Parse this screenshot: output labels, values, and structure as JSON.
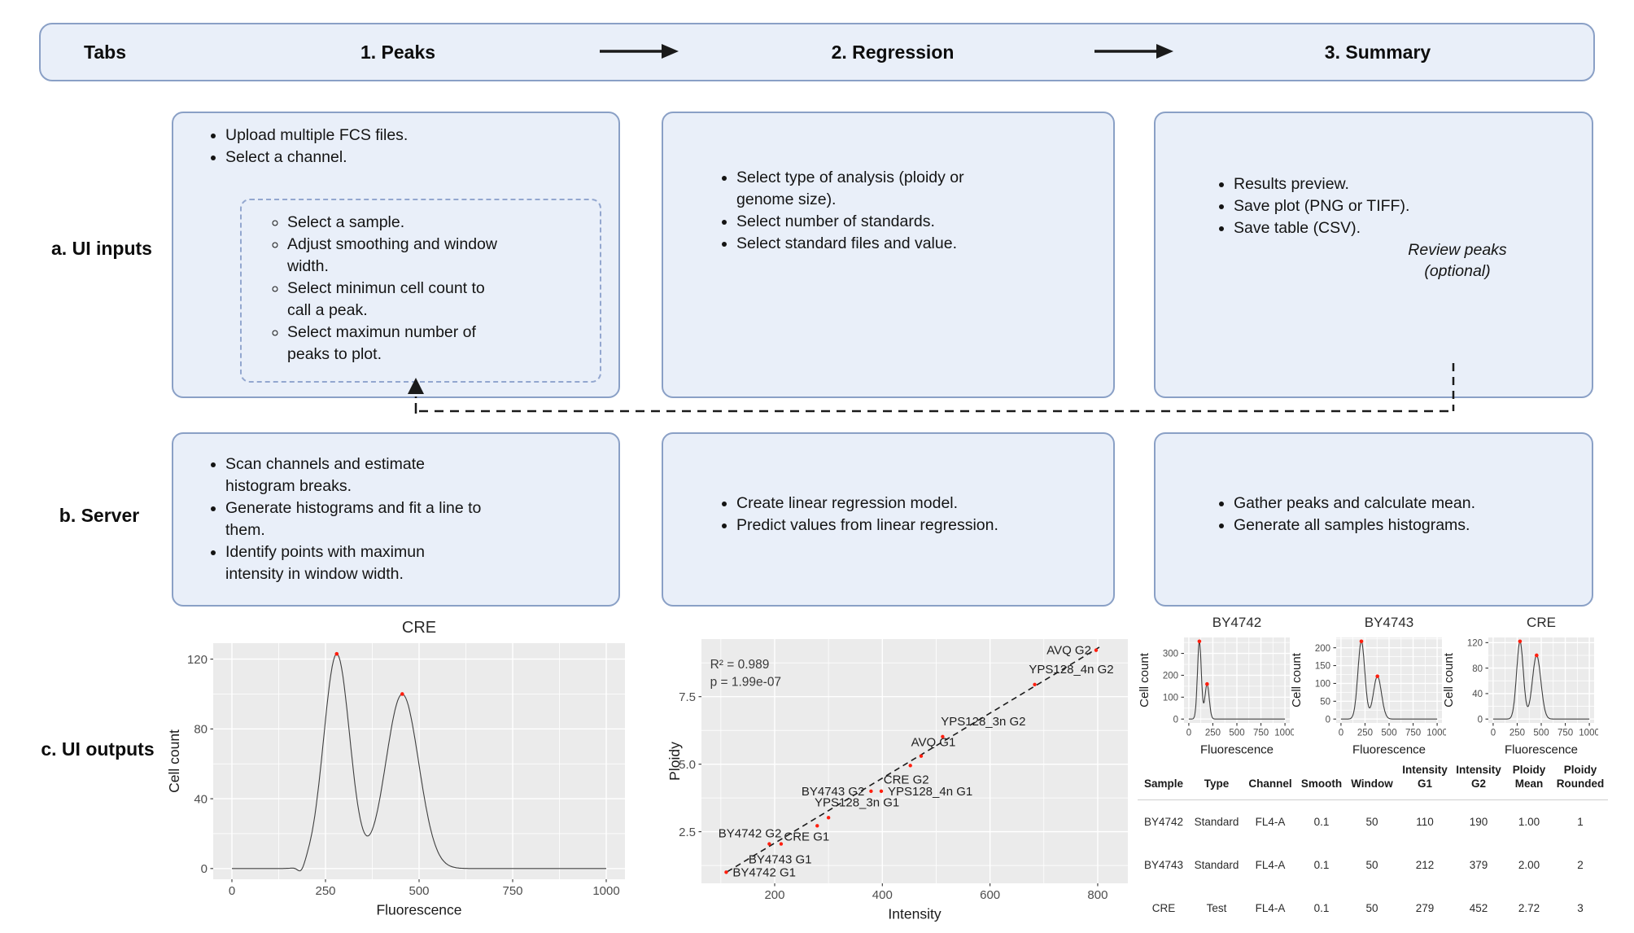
{
  "header": {
    "tabs_label": "Tabs",
    "steps": [
      "1. Peaks",
      "2. Regression",
      "3. Summary"
    ]
  },
  "row_labels": {
    "a": "a. UI inputs",
    "b": "b. Server",
    "c": "c. UI outputs"
  },
  "ui_inputs": {
    "peaks": {
      "bullets": [
        [
          "Upload multiple FCS files."
        ],
        [
          "Select a channel."
        ]
      ],
      "sub_bullets": [
        [
          "Select a sample."
        ],
        [
          "Adjust smoothing and window",
          "width."
        ],
        [
          "Select minimun cell count to",
          "call a peak."
        ],
        [
          "Select maximun number of",
          "peaks to plot."
        ]
      ]
    },
    "regression": {
      "bullets": [
        [
          "Select type of analysis (ploidy or",
          "genome size)."
        ],
        [
          "Select number of standards."
        ],
        [
          "Select standard files and value."
        ]
      ]
    },
    "summary": {
      "bullets": [
        [
          "Results preview."
        ],
        [
          "Save plot (PNG or TIFF)."
        ],
        [
          "Save table (CSV)."
        ]
      ],
      "note_lines": [
        "Review peaks",
        "(optional)"
      ]
    }
  },
  "server": {
    "peaks": {
      "bullets": [
        [
          "Scan channels and estimate",
          "histogram breaks."
        ],
        [
          "Generate histograms and fit a line to",
          "them."
        ],
        [
          "Identify points with maximun",
          "intensity in window width."
        ]
      ]
    },
    "regression": {
      "bullets": [
        [
          "Create linear regression model."
        ],
        [
          "Predict values from linear regression."
        ]
      ]
    },
    "summary": {
      "bullets": [
        [
          "Gather peaks and calculate mean."
        ],
        [
          "Generate all samples histograms."
        ]
      ]
    }
  },
  "outputs": {
    "table": {
      "headers": [
        [
          "Sample",
          ""
        ],
        [
          "Type",
          ""
        ],
        [
          "Channel",
          ""
        ],
        [
          "Smooth",
          ""
        ],
        [
          "Window",
          ""
        ],
        [
          "Intensity",
          "G1"
        ],
        [
          "Intensity",
          "G2"
        ],
        [
          "Ploidy",
          "Mean"
        ],
        [
          "Ploidy",
          "Rounded"
        ]
      ],
      "rows": [
        [
          "BY4742",
          "Standard",
          "FL4-A",
          "0.1",
          "50",
          "110",
          "190",
          "1.00",
          "1"
        ],
        [
          "BY4743",
          "Standard",
          "FL4-A",
          "0.1",
          "50",
          "212",
          "379",
          "2.00",
          "2"
        ],
        [
          "CRE",
          "Test",
          "FL4-A",
          "0.1",
          "50",
          "279",
          "452",
          "2.72",
          "3"
        ]
      ]
    }
  },
  "chart_data": [
    {
      "id": "cre_large",
      "type": "line",
      "title": "CRE",
      "xlabel": "Fluorescence",
      "ylabel": "Cell count",
      "xlim": [
        0,
        1000
      ],
      "ylim": [
        0,
        123
      ],
      "xticks": [
        "0",
        "250",
        "500",
        "750",
        "1000"
      ],
      "yticks": [
        "0",
        "40",
        "80",
        "120"
      ],
      "grid": "on",
      "peaks": [
        {
          "x": 280,
          "y": 123,
          "sd": 35
        },
        {
          "x": 455,
          "y": 100,
          "sd": 44
        },
        {
          "x": 185,
          "y": -4,
          "sd": 9,
          "dip": true
        }
      ]
    },
    {
      "id": "regression",
      "type": "scatter",
      "title": "",
      "xlabel": "Intensity",
      "ylabel": "Ploidy",
      "xlim": [
        100,
        820
      ],
      "ylim": [
        1.0,
        9.22
      ],
      "xticks": [
        "200",
        "400",
        "600",
        "800"
      ],
      "yticks": [
        "2.5",
        "5.0",
        "7.5"
      ],
      "grid": "on",
      "annotations": [
        {
          "text": "R² = 0.989",
          "x": 80,
          "y": 8.55
        },
        {
          "text": "p = 1.99e-07",
          "x": 80,
          "y": 7.9
        }
      ],
      "trend": {
        "x1": 112,
        "y1": 1.02,
        "x2": 803,
        "y2": 9.33
      },
      "points": [
        {
          "label": "BY4742 G1",
          "x": 110,
          "y": 1.0,
          "anchor": "start",
          "dx": 8,
          "dy": 5
        },
        {
          "label": "BY4742 G2",
          "x": 190,
          "y": 2.05,
          "anchor": "end",
          "dx": 15,
          "dy": -8
        },
        {
          "label": "BY4743 G1",
          "x": 212,
          "y": 2.05,
          "anchor": "start",
          "dx": -40,
          "dy": 24
        },
        {
          "label": "CRE G1",
          "x": 279,
          "y": 2.72,
          "anchor": "end",
          "dx": 15,
          "dy": 18
        },
        {
          "label": "YPS128_3n G1",
          "x": 300,
          "y": 3.02,
          "anchor": "middle",
          "dx": 35,
          "dy": -14
        },
        {
          "label": "BY4743 G2",
          "x": 379,
          "y": 4.0,
          "anchor": "end",
          "dx": -8,
          "dy": 5
        },
        {
          "label": "YPS128_4n G1",
          "x": 398,
          "y": 4.0,
          "anchor": "start",
          "dx": 8,
          "dy": 5
        },
        {
          "label": "CRE G2",
          "x": 452,
          "y": 4.95,
          "anchor": "middle",
          "dx": -5,
          "dy": 22
        },
        {
          "label": "AVQ G1",
          "x": 472,
          "y": 5.3,
          "anchor": "middle",
          "dx": 15,
          "dy": -12
        },
        {
          "label": "YPS128_3n G2",
          "x": 512,
          "y": 6.02,
          "anchor": "middle",
          "dx": 50,
          "dy": -14
        },
        {
          "label": "YPS128_4n G2",
          "x": 683,
          "y": 7.95,
          "anchor": "middle",
          "dx": 45,
          "dy": -14
        },
        {
          "label": "AVQ G2",
          "x": 797,
          "y": 9.22,
          "anchor": "end",
          "dx": -6,
          "dy": 5
        }
      ]
    },
    {
      "id": "by4742",
      "type": "line",
      "title": "BY4742",
      "xlabel": "Fluorescence",
      "ylabel": "Cell count",
      "xlim": [
        0,
        1000
      ],
      "ylim": [
        0,
        355
      ],
      "xticks": [
        "0",
        "250",
        "500",
        "750",
        "1000"
      ],
      "yticks": [
        "0",
        "100",
        "200",
        "300"
      ],
      "grid": "on",
      "peaks": [
        {
          "x": 110,
          "y": 355,
          "sd": 20
        },
        {
          "x": 190,
          "y": 160,
          "sd": 22
        }
      ]
    },
    {
      "id": "by4743",
      "type": "line",
      "title": "BY4743",
      "xlabel": "Fluorescence",
      "ylabel": "Cell count",
      "xlim": [
        0,
        1000
      ],
      "ylim": [
        0,
        218
      ],
      "xticks": [
        "0",
        "250",
        "500",
        "750",
        "1000"
      ],
      "yticks": [
        "0",
        "50",
        "100",
        "150",
        "200"
      ],
      "grid": "on",
      "peaks": [
        {
          "x": 212,
          "y": 218,
          "sd": 36
        },
        {
          "x": 379,
          "y": 120,
          "sd": 42
        }
      ]
    },
    {
      "id": "cre_small",
      "type": "line",
      "title": "CRE",
      "xlabel": "Fluorescence",
      "ylabel": "Cell count",
      "xlim": [
        0,
        1000
      ],
      "ylim": [
        0,
        122
      ],
      "xticks": [
        "0",
        "250",
        "500",
        "750",
        "1000"
      ],
      "yticks": [
        "0",
        "40",
        "80",
        "120"
      ],
      "grid": "on",
      "peaks": [
        {
          "x": 279,
          "y": 122,
          "sd": 35
        },
        {
          "x": 452,
          "y": 100,
          "sd": 44
        }
      ]
    }
  ],
  "colors": {
    "box_fill": "#E9EFF9",
    "box_border": "#8AA0C6",
    "dashed_inner_border": "#93A7CF",
    "panel_bg": "#EBEBEB",
    "grid": "#FFFFFF",
    "curve": "#3F3F3F",
    "point_red": "#FF1F0F",
    "connector": "#1a1a1a",
    "tick_text": "#4d4d4d",
    "title_text": "#2b2b2b"
  }
}
